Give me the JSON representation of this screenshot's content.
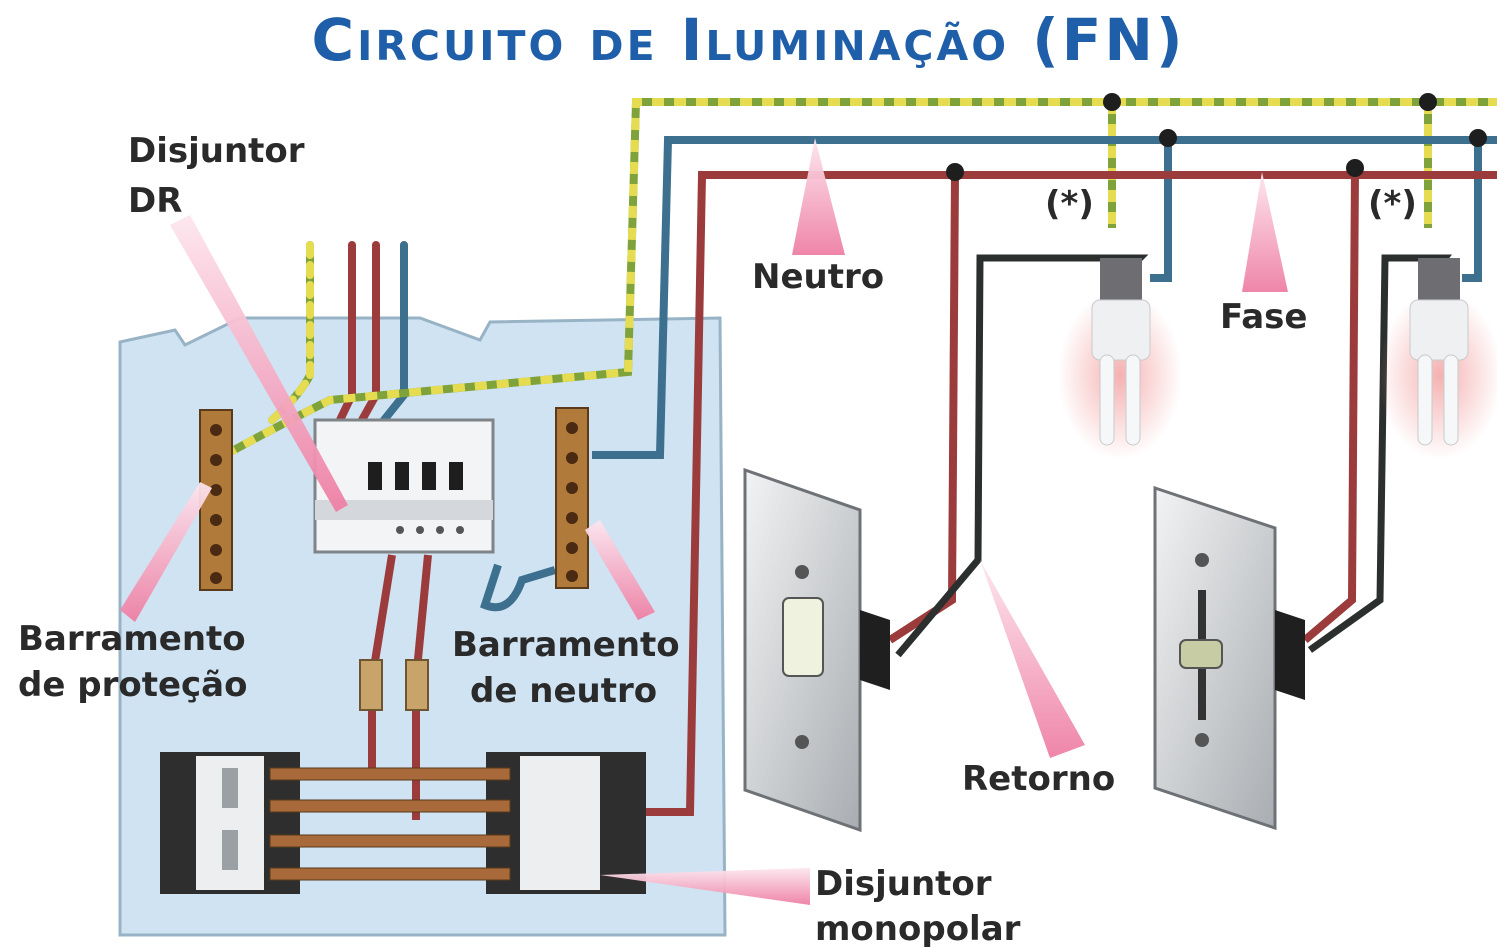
{
  "title": "Circuito de Iluminação (FN)",
  "labels": {
    "disjuntor_dr_line1": "Disjuntor",
    "disjuntor_dr_line2": "DR",
    "neutro": "Neutro",
    "fase": "Fase",
    "asterisk_1": "(*)",
    "asterisk_2": "(*)",
    "retorno": "Retorno",
    "barramento_protecao_line1": "Barramento",
    "barramento_protecao_line2": "de proteção",
    "barramento_neutro_line1": "Barramento",
    "barramento_neutro_line2": "de neutro",
    "disjuntor_monopolar_line1": "Disjuntor",
    "disjuntor_monopolar_line2": "monopolar"
  },
  "colors": {
    "title": "#1f5ea8",
    "panel": "#cfe3f2",
    "neutral_wire": "#3d6f8e",
    "phase_wire": "#9c3b3b",
    "return_wire": "#2b2f2e",
    "ground_wire_green": "#7fa33a",
    "ground_wire_yellow": "#e6dc52",
    "pointer": "#ee88aa",
    "switch_plate": "#d8dadc"
  }
}
